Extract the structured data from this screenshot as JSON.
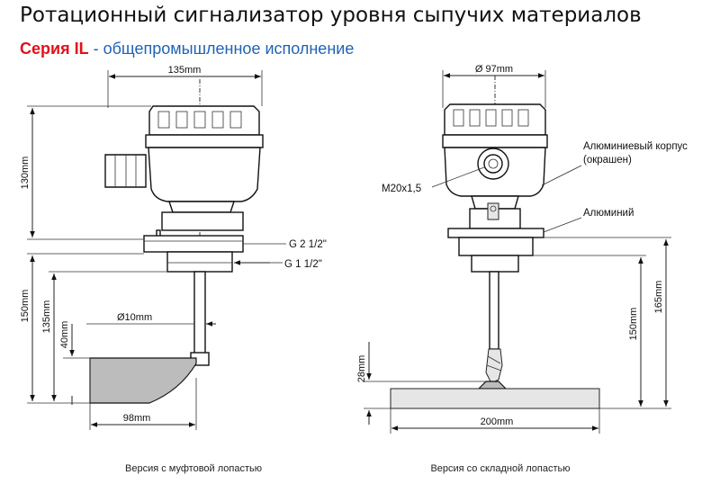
{
  "header": {
    "title": "Ротационный сигнализатор уровня сыпучих материалов",
    "series": "Серия IL",
    "series_desc": " - общепромышленное исполнение"
  },
  "left_view": {
    "dim_width_top": "135mm",
    "dim_height_head": "130mm",
    "dim_total": "150mm",
    "dim_mid": "135mm",
    "dim_low": "40mm",
    "dim_shaft": "Ø10mm",
    "dim_paddle": "98mm",
    "thread_large": "G  2 1/2\"",
    "thread_small": "G  1 1/2\"",
    "caption": "Версия с муфтовой лопастью"
  },
  "right_view": {
    "dim_width_top": "Ø 97mm",
    "label_cable": "M20x1,5",
    "label_housing_1": "Алюминиевый корпус",
    "label_housing_2": "(окрашен)",
    "label_aluminum": "Алюминий",
    "dim_165": "165mm",
    "dim_150": "150mm",
    "dim_28": "28mm",
    "dim_paddle": "200mm",
    "caption": "Версия со складной лопастью"
  }
}
